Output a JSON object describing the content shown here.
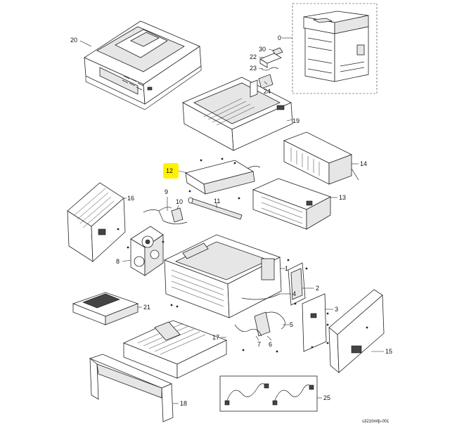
{
  "labels": {
    "l0": "0",
    "l1": "1",
    "l2": "2",
    "l3": "3",
    "l4": "4",
    "l5": "5",
    "l6": "6",
    "l7": "7",
    "l8": "8",
    "l9": "9",
    "l10": "10",
    "l11": "11",
    "l12": "12",
    "l13": "13",
    "l14": "14",
    "l15": "15",
    "l16": "16",
    "l17": "17",
    "l18": "18",
    "l19": "19",
    "l20": "20",
    "l21": "21",
    "l22": "22",
    "l23": "23",
    "l24": "24",
    "l25": "25",
    "l30": "30"
  },
  "figure_code": "s3210mfp-001",
  "highlight_color": "#fff200"
}
